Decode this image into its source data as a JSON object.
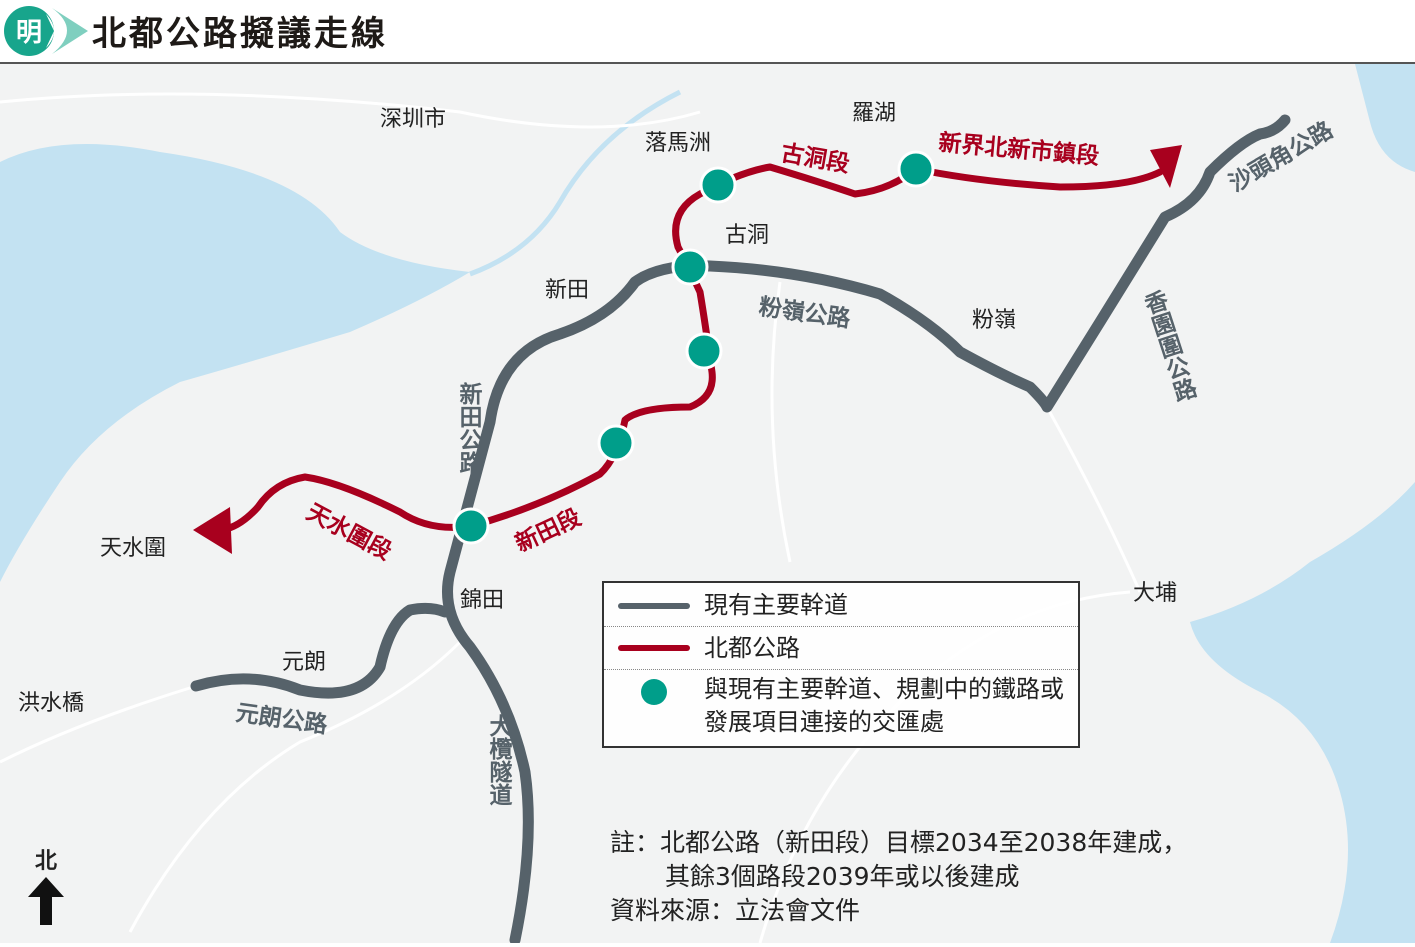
{
  "header": {
    "logo_char": "明",
    "title": "北都公路擬議走線"
  },
  "colors": {
    "existing_road": "#56626a",
    "northern_metro_highway": "#a8001e",
    "interchange": "#009e8a",
    "water": "#c3e2f2",
    "land": "#f2f3f3"
  },
  "places": [
    "深圳市",
    "羅湖",
    "落馬洲",
    "古洞",
    "新田",
    "粉嶺",
    "天水圍",
    "錦田",
    "元朗",
    "洪水橋",
    "大埔"
  ],
  "roads": [
    "新田公路",
    "粉嶺公路",
    "香園圍公路",
    "沙頭角公路",
    "元朗公路",
    "大欖隧道"
  ],
  "segments": [
    "古洞段",
    "新界北新市鎮段",
    "新田段",
    "天水圍段"
  ],
  "legend": [
    {
      "icon": "gray-line-icon",
      "label": "現有主要幹道"
    },
    {
      "icon": "red-line-icon",
      "label": "北都公路"
    },
    {
      "icon": "teal-dot-icon",
      "label": "與現有主要幹道、規劃中的鐵路或發展項目連接的交匯處"
    }
  ],
  "note": {
    "line1": "註：北都公路（新田段）目標2034至2038年建成，",
    "line2": "其餘3個路段2039年或以後建成",
    "source": "資料來源：立法會文件"
  },
  "north_label": "北"
}
